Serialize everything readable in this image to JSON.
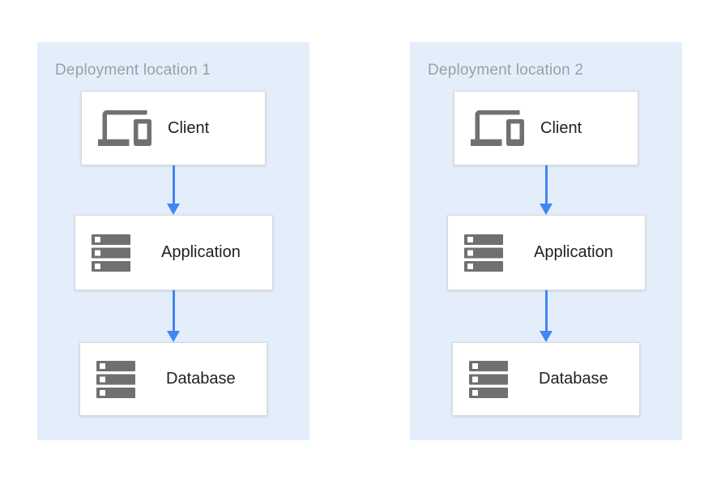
{
  "diagram": {
    "type": "architecture-flow",
    "description": "Two deployment locations, each running the same client-application-database stack",
    "colors": {
      "panel_background": "#e4eefa",
      "node_background": "#ffffff",
      "node_border": "#d7d9db",
      "arrow": "#4285f4",
      "panel_title_text": "#9aa0a6",
      "node_label_text": "#212121",
      "icon_gray": "#707070"
    },
    "panels": [
      {
        "title": "Deployment location 1",
        "nodes": [
          {
            "label": "Client",
            "icon": "devices-icon"
          },
          {
            "label": "Application",
            "icon": "server-stack-icon"
          },
          {
            "label": "Database",
            "icon": "server-stack-icon"
          }
        ],
        "connections": [
          {
            "from": "Client",
            "to": "Application",
            "style": "arrow-down"
          },
          {
            "from": "Application",
            "to": "Database",
            "style": "arrow-down"
          }
        ]
      },
      {
        "title": "Deployment location 2",
        "nodes": [
          {
            "label": "Client",
            "icon": "devices-icon"
          },
          {
            "label": "Application",
            "icon": "server-stack-icon"
          },
          {
            "label": "Database",
            "icon": "server-stack-icon"
          }
        ],
        "connections": [
          {
            "from": "Client",
            "to": "Application",
            "style": "arrow-down"
          },
          {
            "from": "Application",
            "to": "Database",
            "style": "arrow-down"
          }
        ]
      }
    ]
  }
}
